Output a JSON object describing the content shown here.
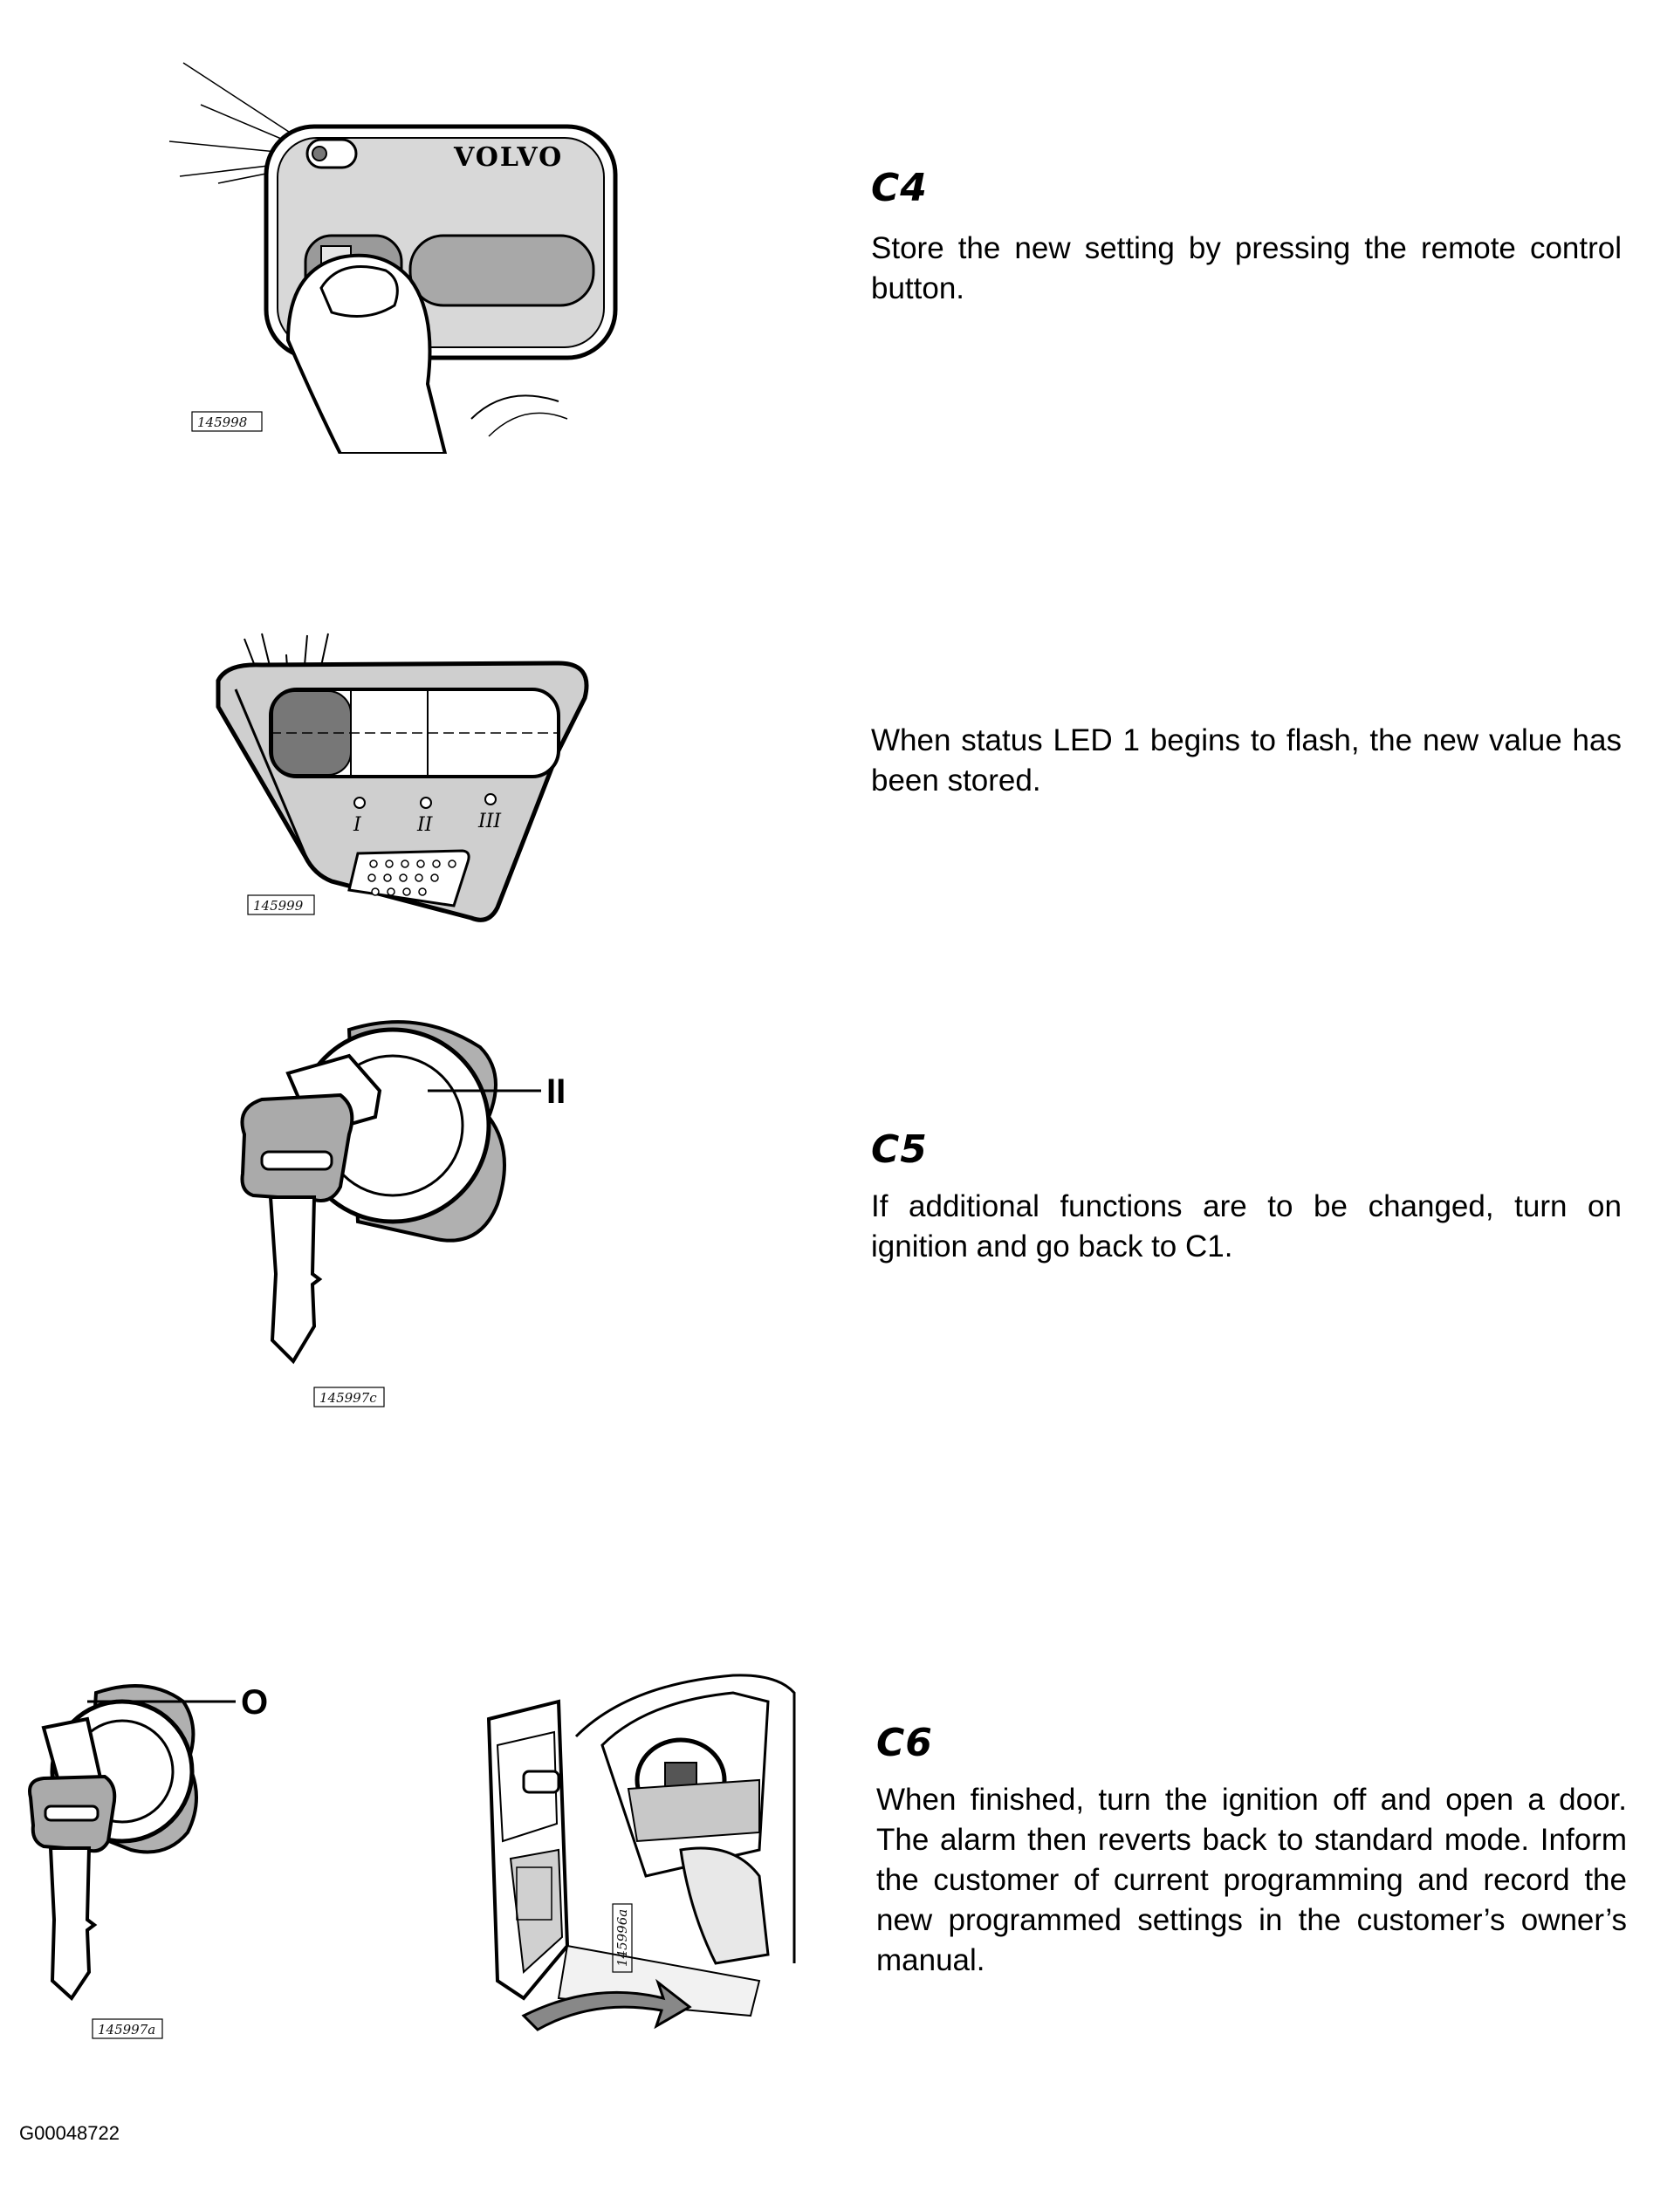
{
  "steps": {
    "c4": {
      "heading": "C4",
      "text": "Store the new setting by pressing the remote control button."
    },
    "c4b": {
      "text": "When status LED 1 begins to flash, the new value has been stored."
    },
    "c5": {
      "heading": "C5",
      "text": "If additional functions are to be changed, turn on ignition and go back to C1."
    },
    "c6": {
      "heading": "C6",
      "text": "When finished, turn the ignition off and open a door. The alarm then reverts back to standard mode. Inform the customer of current programming and record the new programmed settings in the customer’s owner’s manual."
    }
  },
  "figures": {
    "remote": {
      "brand": "VOLVO",
      "label": "145998"
    },
    "led_panel": {
      "label": "145999",
      "marks": [
        "I",
        "II",
        "III"
      ]
    },
    "ignition_on": {
      "label": "145997c",
      "callout": "II"
    },
    "ignition_off": {
      "label": "145997a",
      "callout": "O"
    },
    "door": {
      "label": "145996a"
    }
  },
  "document_id": "G00048722"
}
